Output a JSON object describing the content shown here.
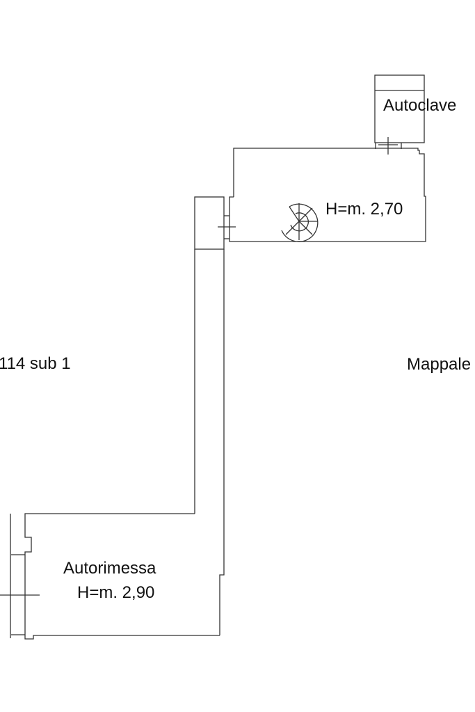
{
  "labels": {
    "autoclave": "Autoclave",
    "upper_height": "H=m. 2,70",
    "left_parcel": "114 sub 1",
    "right_parcel": "Mappale",
    "garage": "Autorimessa",
    "garage_height": "H=m. 2,90"
  },
  "colors": {
    "line": "#333333",
    "text": "#111111",
    "background": "#ffffff"
  }
}
